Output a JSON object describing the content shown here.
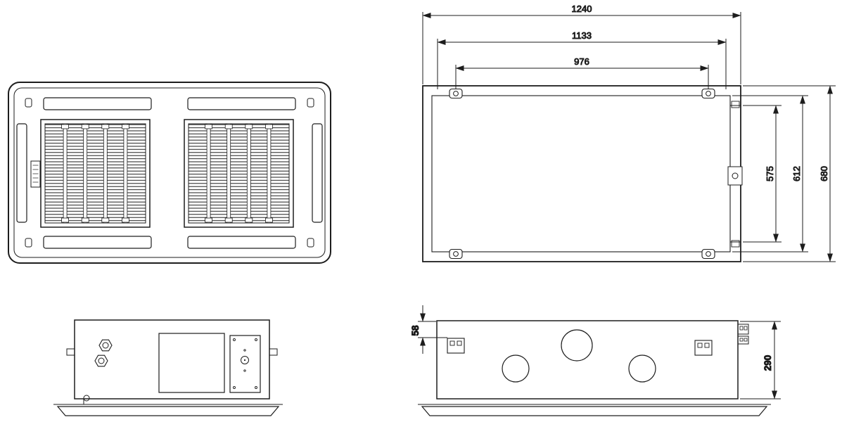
{
  "line_color": "#1d1d1d",
  "views": {
    "top": {
      "dims_horizontal": {
        "overall": "1240",
        "suspension": "1133",
        "pitch": "976"
      },
      "dims_vertical": {
        "pitch": "575",
        "body": "612",
        "overall": "680"
      }
    },
    "side": {
      "offset_top": "58",
      "height": "290"
    }
  }
}
